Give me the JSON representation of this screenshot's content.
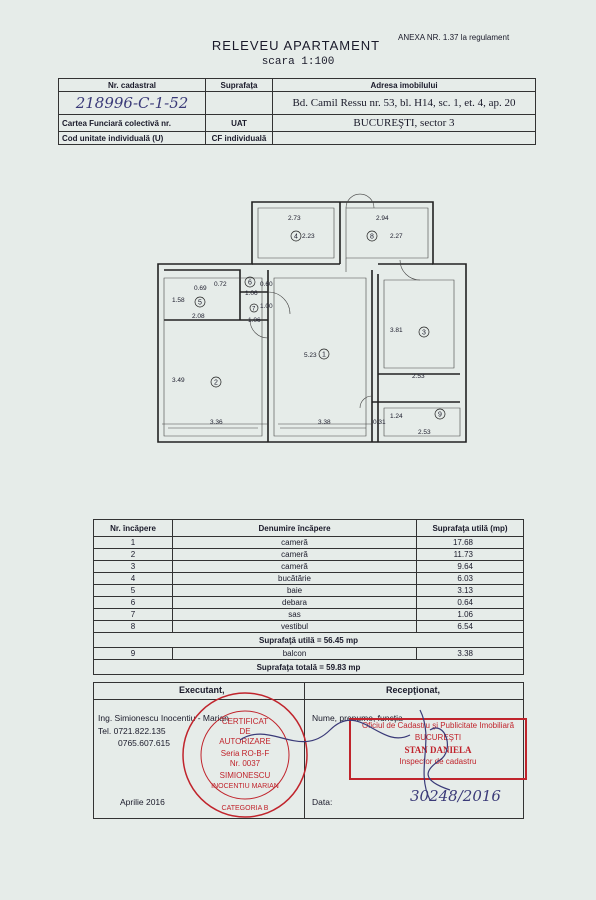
{
  "annex": "ANEXA NR. 1.37 la regulament",
  "title": "RELEVEU APARTAMENT",
  "scale": "scara 1:100",
  "header": {
    "nr_cadastral_label": "Nr. cadastral",
    "suprafata_label": "Suprafața",
    "adresa_label": "Adresa imobilului",
    "nr_cadastral_value": "218996-C-1-52",
    "adresa_value": "Bd. Camil Ressu nr. 53, bl. H14, sc. 1, et. 4, ap. 20",
    "carte_label": "Cartea Funciară colectivă nr.",
    "uat_label": "UAT",
    "uat_value": "BUCUREŞTI, sector 3",
    "cod_label": "Cod unitate individuală (U)",
    "cf_label": "CF individuală"
  },
  "plan": {
    "dims": {
      "d273": "2.73",
      "d223": "2.23",
      "d294": "2.94",
      "d227": "2.27",
      "d069": "0.69",
      "d072": "0.72",
      "d106a": "1.06",
      "d060": "0.60",
      "d158": "1.58",
      "d208": "2.08",
      "d106b": "1.06",
      "d100": "1.00",
      "d381": "3.81",
      "d253a": "2.53",
      "d349": "3.49",
      "d523": "5.23",
      "d336": "3.36",
      "d338": "3.38",
      "d031": "0.31",
      "d124": "1.24",
      "d253b": "2.53"
    },
    "labels": [
      "1",
      "2",
      "3",
      "4",
      "5",
      "6",
      "7",
      "8",
      "9"
    ]
  },
  "rooms": {
    "headers": [
      "Nr. încăpere",
      "Denumire încăpere",
      "Suprafaţa utilă (mp)"
    ],
    "rows": [
      {
        "nr": "1",
        "name": "cameră",
        "area": "17.68"
      },
      {
        "nr": "2",
        "name": "cameră",
        "area": "11.73"
      },
      {
        "nr": "3",
        "name": "cameră",
        "area": "9.64"
      },
      {
        "nr": "4",
        "name": "bucătărie",
        "area": "6.03"
      },
      {
        "nr": "5",
        "name": "baie",
        "area": "3.13"
      },
      {
        "nr": "6",
        "name": "debara",
        "area": "0.64"
      },
      {
        "nr": "7",
        "name": "sas",
        "area": "1.06"
      },
      {
        "nr": "8",
        "name": "vestibul",
        "area": "6.54"
      }
    ],
    "utila": "Suprafaţă utilă = 56.45 mp",
    "balcon": {
      "nr": "9",
      "name": "balcon",
      "area": "3.38"
    },
    "totala": "Suprafaţa totală = 59.83 mp"
  },
  "signature": {
    "executant_label": "Executant,",
    "receptionat_label": "Recepţionat,",
    "executant_name": "Ing. Simionescu Inocentiu - Marian",
    "tel1": "Tel. 0721.822.135",
    "tel2": "0765.607.615",
    "nume_label": "Nume, prenume, funcţia",
    "date_exec": "Aprilie 2016",
    "data_label": "Data:",
    "date_handwritten": "30248/2016"
  },
  "stamp_round": {
    "line1": "CERTIFICAT",
    "line2": "DE",
    "line3": "AUTORIZARE",
    "line4": "Seria RO-B-F",
    "line5": "Nr. 0037",
    "line6": "SIMIONESCU",
    "line7": "INOCENTIU MARIAN",
    "line8": "CATEGORIA B"
  },
  "stamp_box": {
    "line1": "Oficiul de Cadastru şi Publicitate Imobiliară",
    "line2": "BUCUREŞTI",
    "line3": "STAN DANIELA",
    "line4": "Inspector de cadastru"
  },
  "colors": {
    "ink": "#1a1a2a",
    "stamp": "#c0242c",
    "pen": "#3a3a78",
    "paper": "#e6ece9"
  }
}
